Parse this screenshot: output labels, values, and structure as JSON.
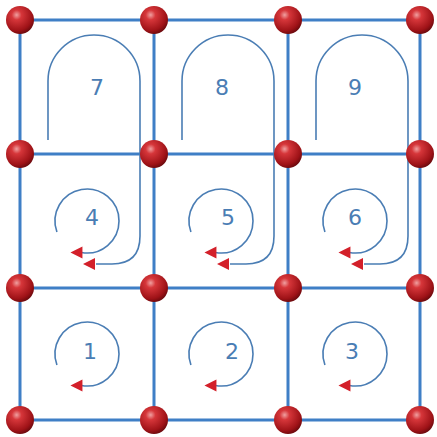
{
  "diagram": {
    "labels": [
      "7",
      "8",
      "9",
      "4",
      "5",
      "6",
      "1",
      "2",
      "3"
    ]
  }
}
